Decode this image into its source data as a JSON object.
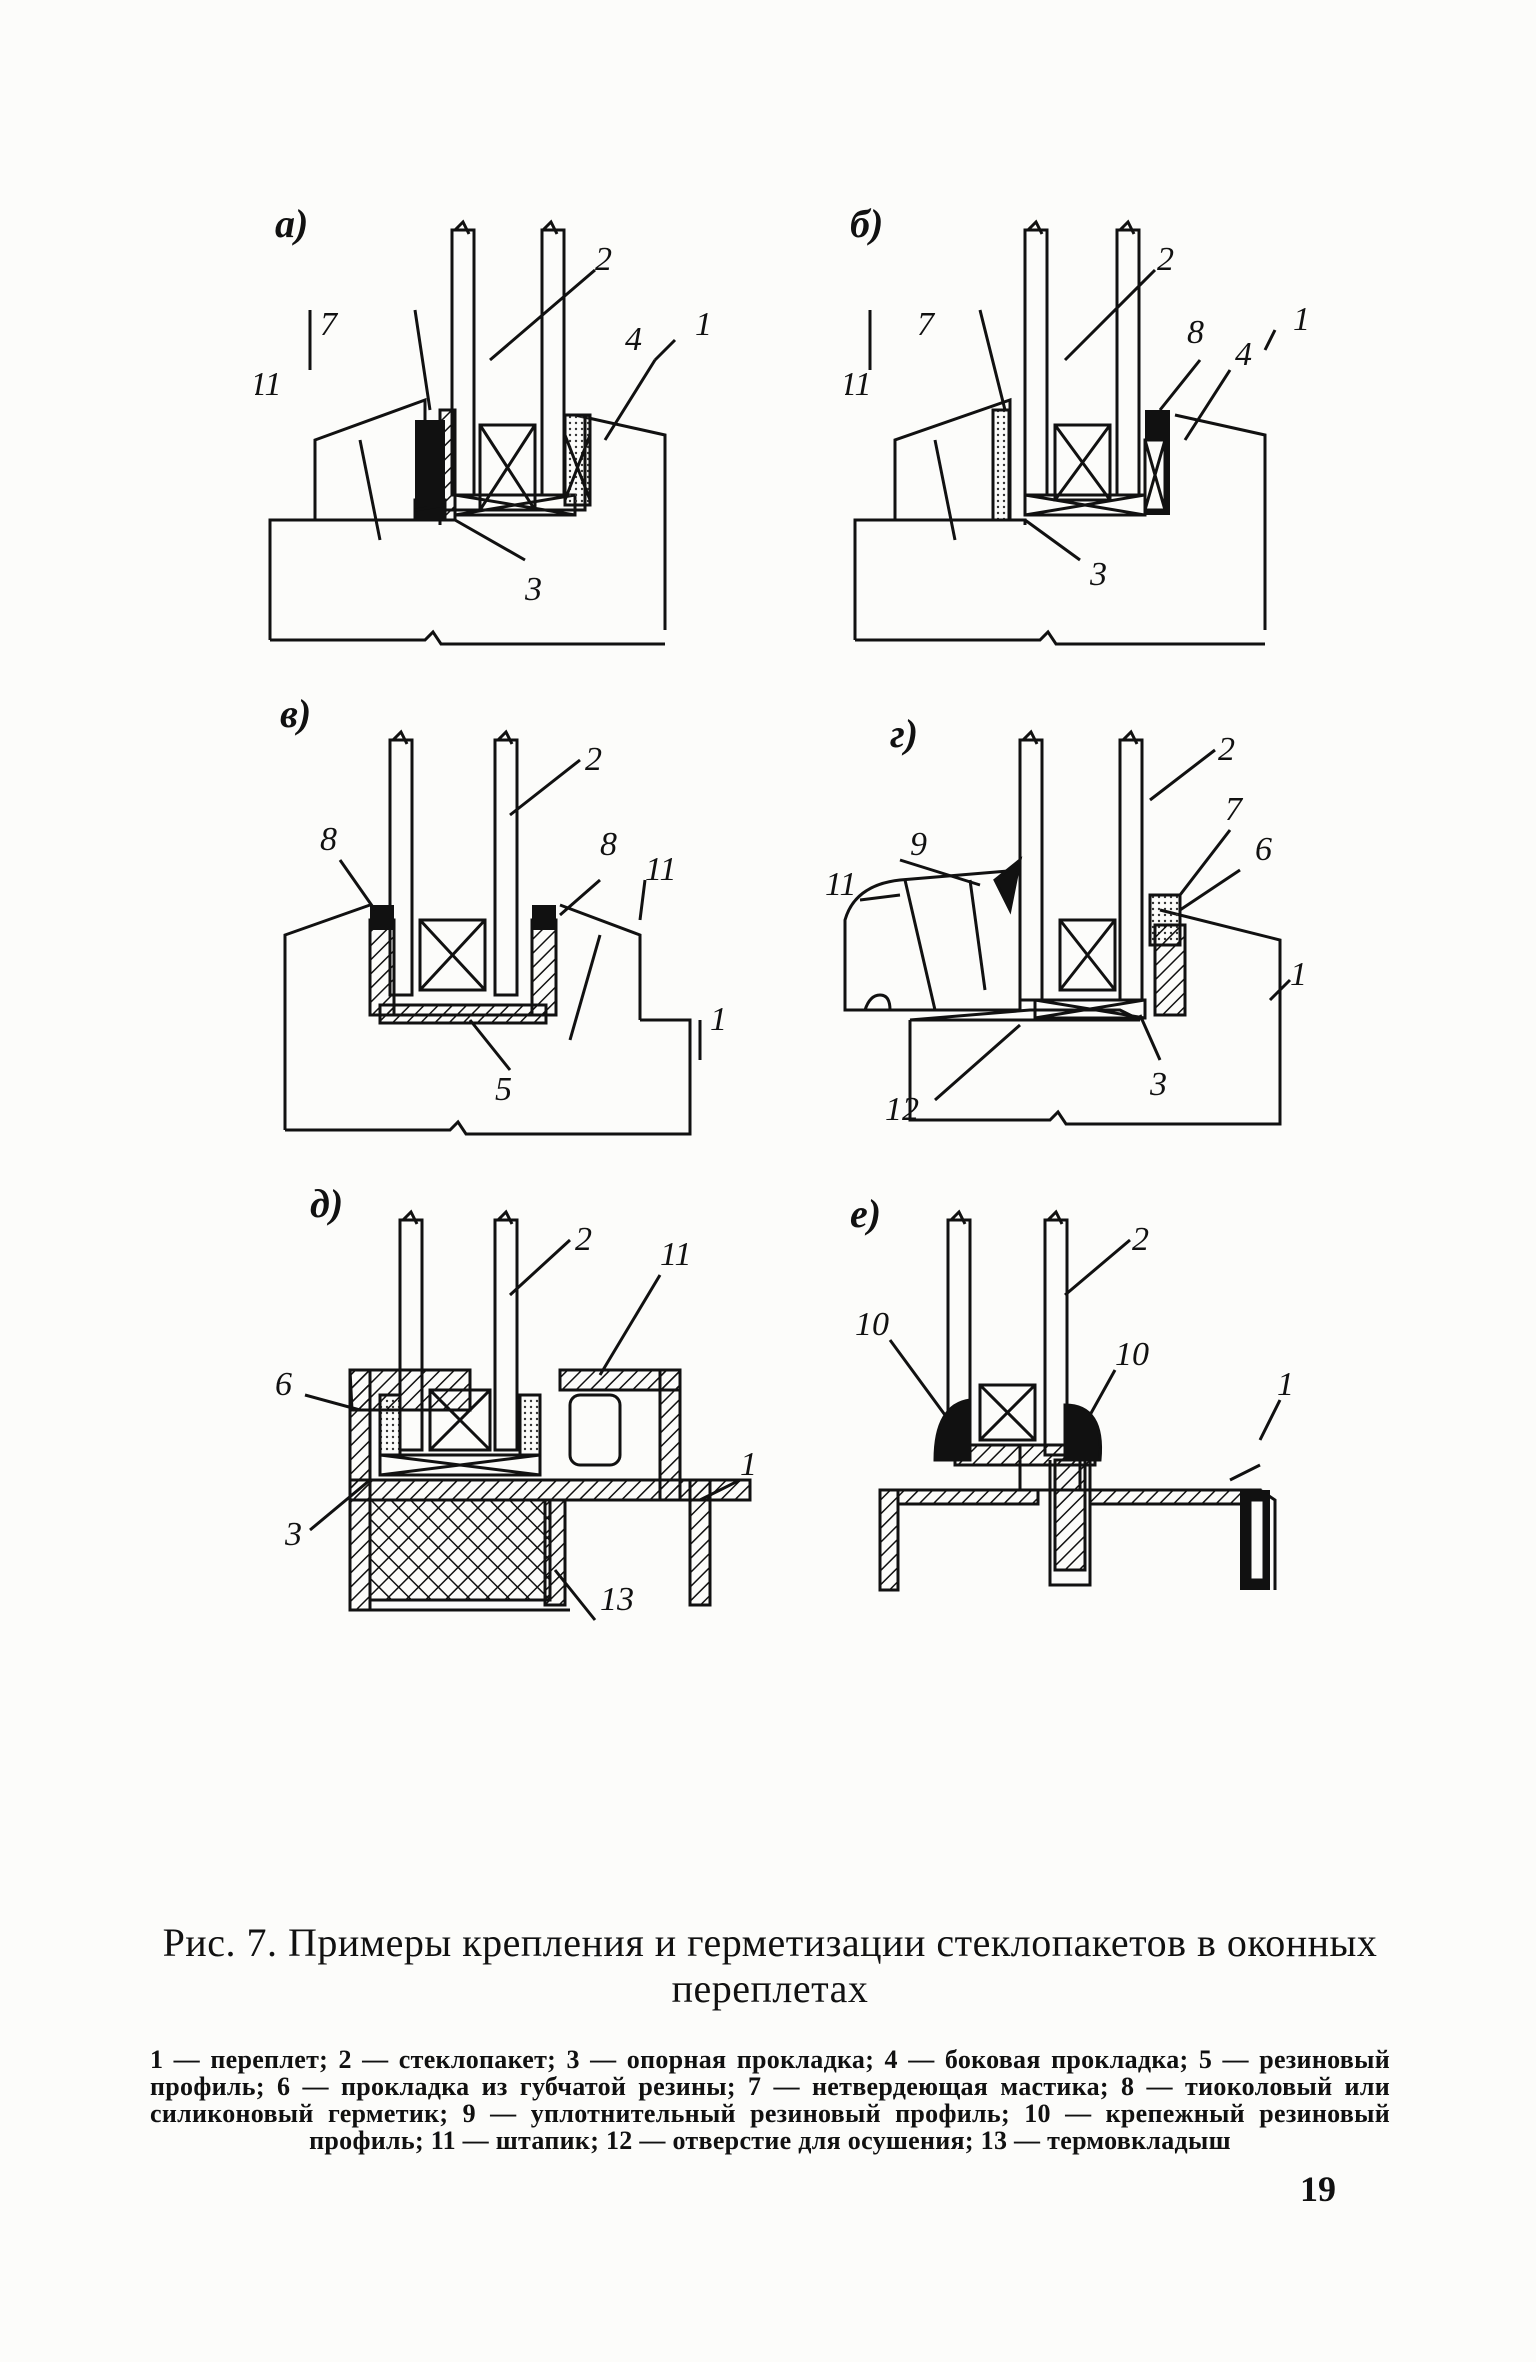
{
  "panels": [
    {
      "id": "a",
      "letter": "а)",
      "callouts": {
        "c2": "2",
        "c4": "4",
        "c7": "7",
        "c11": "11",
        "c1": "1",
        "c3": "3"
      }
    },
    {
      "id": "b",
      "letter": "б)",
      "callouts": {
        "c2": "2",
        "c8": "8",
        "c4": "4",
        "c7": "7",
        "c11": "11",
        "c1": "1",
        "c3": "3"
      }
    },
    {
      "id": "v",
      "letter": "в)",
      "callouts": {
        "c2": "2",
        "c8a": "8",
        "c8b": "8",
        "c11": "11",
        "c1": "1",
        "c5": "5"
      }
    },
    {
      "id": "g",
      "letter": "г)",
      "callouts": {
        "c2": "2",
        "c9": "9",
        "c7": "7",
        "c6": "6",
        "c11": "11",
        "c1": "1",
        "c12": "12",
        "c3": "3"
      }
    },
    {
      "id": "d",
      "letter": "д)",
      "callouts": {
        "c2": "2",
        "c11": "11",
        "c6": "6",
        "c1": "1",
        "c3": "3",
        "c13": "13"
      }
    },
    {
      "id": "e",
      "letter": "е)",
      "callouts": {
        "c2": "2",
        "c10a": "10",
        "c10b": "10",
        "c1": "1"
      }
    }
  ],
  "caption": {
    "title": "Рис. 7. Примеры крепления и герметизации стеклопакетов в оконных переплетах",
    "body": "1 — переплет; 2 — стеклопакет; 3 — опорная прокладка; 4 — боковая прокладка; 5 — резиновый профиль; 6 — прокладка из губчатой резины; 7 — нетвердеющая мастика; 8 — тиоколовый или силиконовый герметик; 9 — уплотнительный резиновый профиль; 10 — крепежный резиновый профиль; 11 — штапик; 12 — отверстие для осушения; 13 — термовкладыш"
  },
  "page_number": "19"
}
